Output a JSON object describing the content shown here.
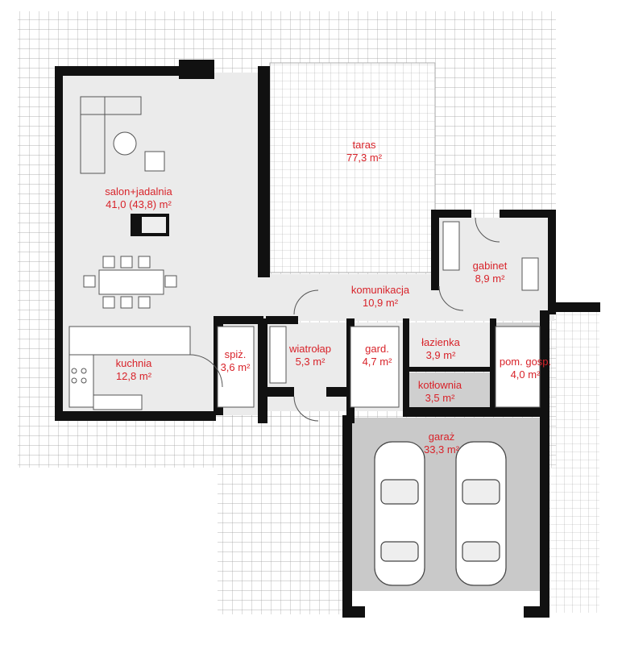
{
  "rooms": {
    "taras": {
      "name": "taras",
      "area": "77,3 m²"
    },
    "salon": {
      "name": "salon+jadalnia",
      "area": "41,0 (43,8) m²"
    },
    "gabinet": {
      "name": "gabinet",
      "area": "8,9 m²"
    },
    "komunikacja": {
      "name": "komunikacja",
      "area": "10,9 m²"
    },
    "kuchnia": {
      "name": "kuchnia",
      "area": "12,8 m²"
    },
    "spiz": {
      "name": "spiż.",
      "area": "3,6 m²"
    },
    "wiatrolap": {
      "name": "wiatrołap",
      "area": "5,3 m²"
    },
    "gard": {
      "name": "gard.",
      "area": "4,7 m²"
    },
    "lazienka": {
      "name": "łazienka",
      "area": "3,9 m²"
    },
    "pom_gosp": {
      "name": "pom. gosp.",
      "area": "4,0 m²"
    },
    "kotlownia": {
      "name": "kotłownia",
      "area": "3,5 m²"
    },
    "garaz": {
      "name": "garaż",
      "area": "33,3 m²"
    }
  },
  "colors": {
    "wall": "#111111",
    "room_fill": "#ebebeb",
    "garage_fill": "#c9c9c9",
    "grid": "#9a9a9a",
    "label": "#d8232a"
  }
}
